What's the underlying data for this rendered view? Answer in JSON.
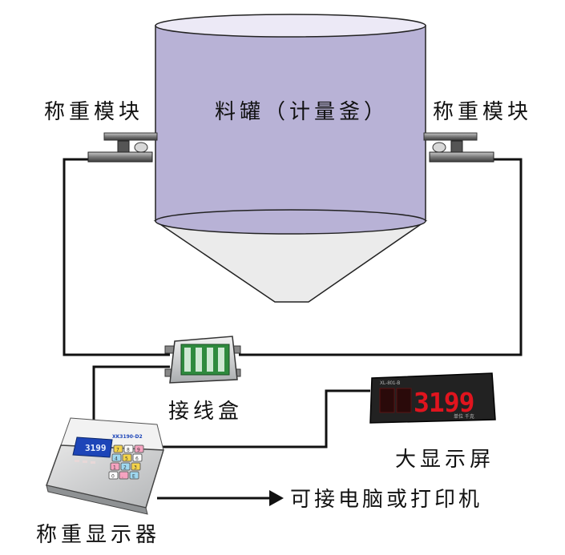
{
  "labels": {
    "tank": "料罐（计量釜）",
    "load_cell_left": "称重模块",
    "load_cell_right": "称重模块",
    "junction_box": "接线盒",
    "big_display": "大显示屏",
    "indicator": "称重显示器",
    "output": "可接电脑或打印机"
  },
  "big_display": {
    "header": "XL-801-B",
    "value": "3199",
    "footer": "单位 千克"
  },
  "indicator": {
    "model": "XK3190-D2",
    "reading": "3199",
    "keypad_keys": [
      "7",
      "8",
      "9",
      "4",
      "5",
      "6",
      "1",
      "2",
      "3",
      "0",
      ".",
      "E"
    ]
  },
  "colors": {
    "tank": "#b8b2d6",
    "cone": "#ebebeb",
    "wire": "#111111",
    "junction_box_pcb": "#2f8a3e",
    "display_digit": "#e0141e",
    "indicator_screen": "#1d45b8"
  }
}
